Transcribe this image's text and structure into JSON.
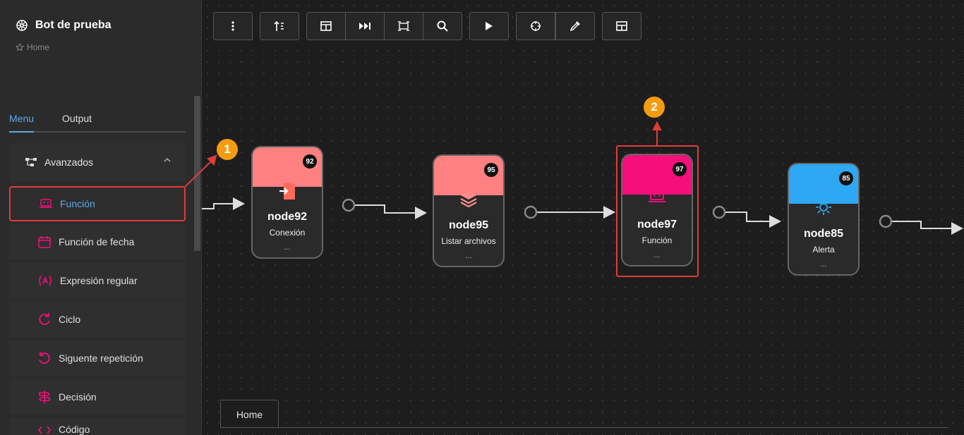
{
  "app": {
    "title": "Bot de prueba",
    "breadcrumb": "Home"
  },
  "sidebar": {
    "tabs": [
      {
        "label": "Menu",
        "active": true
      },
      {
        "label": "Output",
        "active": false
      }
    ],
    "group": {
      "label": "Avanzados",
      "icon": "flow-icon",
      "expanded": true
    },
    "items": [
      {
        "label": "Función",
        "icon": "laptop-code-icon",
        "selected": true
      },
      {
        "label": "Función de fecha",
        "icon": "calendar-icon"
      },
      {
        "label": "Expresión regular",
        "icon": "regex-icon"
      },
      {
        "label": "Ciclo",
        "icon": "loop-icon"
      },
      {
        "label": "Siguente repetición",
        "icon": "undo-icon"
      },
      {
        "label": "Decisión",
        "icon": "signpost-icon"
      },
      {
        "label": "Código",
        "icon": "code-icon"
      }
    ]
  },
  "toolbar": [
    {
      "name": "more-icon"
    },
    {
      "name": "sort-icon"
    },
    {
      "name": "layout-icon"
    },
    {
      "name": "fast-forward-icon"
    },
    {
      "name": "align-icon"
    },
    {
      "name": "search-icon"
    },
    {
      "name": "play-icon"
    },
    {
      "name": "target-icon"
    },
    {
      "name": "eyedropper-icon"
    },
    {
      "name": "table-icon"
    }
  ],
  "nodes": [
    {
      "id": "92",
      "name": "node92",
      "type": "Conexión",
      "more": "...",
      "color": "#ff8080",
      "icon": "file-import-icon"
    },
    {
      "id": "95",
      "name": "node95",
      "type": "Listar archivos",
      "more": "...",
      "color": "#ff8080",
      "icon": "layers-icon"
    },
    {
      "id": "97",
      "name": "node97",
      "type": "Función",
      "more": "...",
      "color": "#f50f7a",
      "icon": "laptop-code-icon"
    },
    {
      "id": "85",
      "name": "node85",
      "type": "Alerta",
      "more": "...",
      "color": "#2ea8f5",
      "icon": "sun-icon"
    }
  ],
  "callouts": [
    "1",
    "2"
  ],
  "bottom_tabs": [
    "Home"
  ],
  "colors": {
    "accent": "#5fa8e8",
    "highlight": "#e23b3b",
    "callout": "#f39c12",
    "pink": "#f50f7a"
  }
}
